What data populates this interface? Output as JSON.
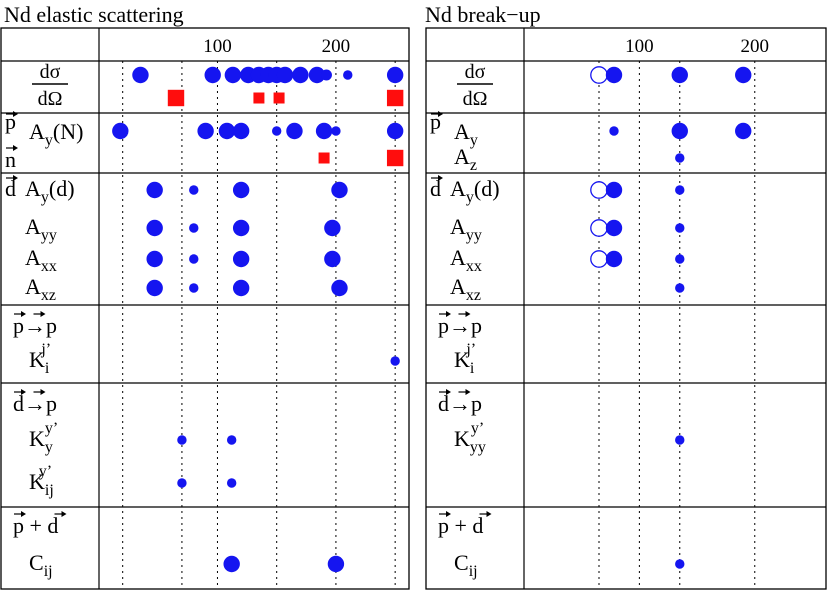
{
  "colors": {
    "measured": "#1515f0",
    "planned": "#ff0d0d",
    "frame": "#000000",
    "grid": "#000000"
  },
  "panels": [
    {
      "id": "elastic",
      "title": "Nd elastic scattering",
      "x_ticks": [
        100,
        200
      ],
      "x_tick_labels": [
        "100",
        "200"
      ],
      "guide_lines": [
        20,
        70,
        100,
        150,
        200,
        250
      ],
      "rows": [
        {
          "id": "cross-section",
          "lines": [
            [
              "dσ",
              "dΩ"
            ]
          ],
          "label_kind": "fraction",
          "points": [
            {
              "sub": 0,
              "x": 35,
              "size": "large",
              "kind": "measured"
            },
            {
              "sub": 0,
              "x": 96,
              "size": "large",
              "kind": "measured"
            },
            {
              "sub": 0,
              "x": 113,
              "size": "large",
              "kind": "measured"
            },
            {
              "sub": 0,
              "x": 126,
              "size": "large",
              "kind": "measured"
            },
            {
              "sub": 0,
              "x": 135,
              "size": "large",
              "kind": "measured"
            },
            {
              "sub": 0,
              "x": 143,
              "size": "large",
              "kind": "measured"
            },
            {
              "sub": 0,
              "x": 150,
              "size": "large",
              "kind": "measured"
            },
            {
              "sub": 0,
              "x": 157,
              "size": "large",
              "kind": "measured"
            },
            {
              "sub": 0,
              "x": 170,
              "size": "large",
              "kind": "measured"
            },
            {
              "sub": 0,
              "x": 184,
              "size": "large",
              "kind": "measured"
            },
            {
              "sub": 0,
              "x": 192,
              "size": "medium",
              "kind": "measured"
            },
            {
              "sub": 0,
              "x": 210,
              "size": "small",
              "kind": "measured"
            },
            {
              "sub": 0,
              "x": 250,
              "size": "large",
              "kind": "measured"
            },
            {
              "sub": 1,
              "x": 65,
              "size": "large",
              "kind": "planned"
            },
            {
              "sub": 1,
              "x": 135,
              "size": "medium",
              "kind": "planned"
            },
            {
              "sub": 1,
              "x": 152,
              "size": "medium",
              "kind": "planned"
            },
            {
              "sub": 1,
              "x": 250,
              "size": "large",
              "kind": "planned"
            }
          ]
        },
        {
          "id": "nucleon-ay",
          "lines": [
            [
              "p",
              "A",
              "y",
              "(N)"
            ],
            [
              "n",
              "",
              "",
              ""
            ]
          ],
          "label_kind": "nucleon",
          "points": [
            {
              "sub": 0,
              "x": 18,
              "size": "large",
              "kind": "measured"
            },
            {
              "sub": 0,
              "x": 90,
              "size": "large",
              "kind": "measured"
            },
            {
              "sub": 0,
              "x": 108,
              "size": "large",
              "kind": "measured"
            },
            {
              "sub": 0,
              "x": 120,
              "size": "large",
              "kind": "measured"
            },
            {
              "sub": 0,
              "x": 150,
              "size": "small",
              "kind": "measured"
            },
            {
              "sub": 0,
              "x": 165,
              "size": "large",
              "kind": "measured"
            },
            {
              "sub": 0,
              "x": 190,
              "size": "large",
              "kind": "measured"
            },
            {
              "sub": 0,
              "x": 200,
              "size": "small",
              "kind": "measured"
            },
            {
              "sub": 0,
              "x": 250,
              "size": "large",
              "kind": "measured"
            },
            {
              "sub": 1,
              "x": 190,
              "size": "medium",
              "kind": "planned"
            },
            {
              "sub": 1,
              "x": 250,
              "size": "large",
              "kind": "planned"
            }
          ]
        },
        {
          "id": "deuteron-analyzing",
          "lines": [
            [
              "d",
              "A",
              "y",
              "(d)"
            ],
            [
              "",
              "A",
              "yy",
              ""
            ],
            [
              "",
              "A",
              "xx",
              ""
            ],
            [
              "",
              "A",
              "xz",
              ""
            ]
          ],
          "label_kind": "deuteron",
          "points": [
            {
              "sub": 0,
              "x": 47,
              "size": "large",
              "kind": "measured"
            },
            {
              "sub": 0,
              "x": 80,
              "size": "small",
              "kind": "measured"
            },
            {
              "sub": 0,
              "x": 120,
              "size": "large",
              "kind": "measured"
            },
            {
              "sub": 0,
              "x": 203,
              "size": "large",
              "kind": "measured"
            },
            {
              "sub": 1,
              "x": 47,
              "size": "large",
              "kind": "measured"
            },
            {
              "sub": 1,
              "x": 80,
              "size": "small",
              "kind": "measured"
            },
            {
              "sub": 1,
              "x": 120,
              "size": "large",
              "kind": "measured"
            },
            {
              "sub": 1,
              "x": 197,
              "size": "large",
              "kind": "measured"
            },
            {
              "sub": 2,
              "x": 47,
              "size": "large",
              "kind": "measured"
            },
            {
              "sub": 2,
              "x": 80,
              "size": "small",
              "kind": "measured"
            },
            {
              "sub": 2,
              "x": 120,
              "size": "large",
              "kind": "measured"
            },
            {
              "sub": 2,
              "x": 197,
              "size": "large",
              "kind": "measured"
            },
            {
              "sub": 3,
              "x": 47,
              "size": "large",
              "kind": "measured"
            },
            {
              "sub": 3,
              "x": 80,
              "size": "small",
              "kind": "measured"
            },
            {
              "sub": 3,
              "x": 120,
              "size": "large",
              "kind": "measured"
            },
            {
              "sub": 3,
              "x": 203,
              "size": "large",
              "kind": "measured"
            }
          ]
        },
        {
          "id": "pp-transfer",
          "lines": [
            [
              "p→p"
            ],
            [
              "K",
              "i",
              "j’"
            ]
          ],
          "label_kind": "transfer-pp",
          "points": [
            {
              "sub": 1,
              "x": 250,
              "size": "small",
              "kind": "measured"
            }
          ]
        },
        {
          "id": "dp-transfer",
          "lines": [
            [
              "d→p"
            ],
            [
              "K",
              "y",
              "y’"
            ],
            [
              "K",
              "ij",
              "y’"
            ]
          ],
          "label_kind": "transfer-dp",
          "points": [
            {
              "sub": 1,
              "x": 70,
              "size": "small",
              "kind": "measured"
            },
            {
              "sub": 1,
              "x": 112,
              "size": "small",
              "kind": "measured"
            },
            {
              "sub": 2,
              "x": 70,
              "size": "small",
              "kind": "measured"
            },
            {
              "sub": 2,
              "x": 112,
              "size": "small",
              "kind": "measured"
            }
          ]
        },
        {
          "id": "correlation",
          "lines": [
            [
              "p + d"
            ],
            [
              "C",
              "ij"
            ]
          ],
          "label_kind": "correlation",
          "points": [
            {
              "sub": 1,
              "x": 112,
              "size": "large",
              "kind": "measured"
            },
            {
              "sub": 1,
              "x": 200,
              "size": "large",
              "kind": "measured"
            }
          ]
        }
      ]
    },
    {
      "id": "breakup",
      "title": "Nd break−up",
      "x_ticks": [
        100,
        200
      ],
      "x_tick_labels": [
        "100",
        "200"
      ],
      "guide_lines": [
        65,
        100,
        135,
        200
      ],
      "rows": [
        {
          "id": "cross-section",
          "lines": [
            [
              "dσ",
              "dΩ"
            ]
          ],
          "label_kind": "fraction",
          "points": [
            {
              "sub": 0,
              "x": 65,
              "size": "large",
              "kind": "open"
            },
            {
              "sub": 0,
              "x": 78,
              "size": "large",
              "kind": "measured"
            },
            {
              "sub": 0,
              "x": 135,
              "size": "large",
              "kind": "measured"
            },
            {
              "sub": 0,
              "x": 190,
              "size": "large",
              "kind": "measured"
            }
          ]
        },
        {
          "id": "nucleon-ay",
          "lines": [
            [
              "p",
              "A",
              "y",
              ""
            ],
            [
              "",
              "A",
              "z",
              ""
            ]
          ],
          "label_kind": "nucleon",
          "points": [
            {
              "sub": 0,
              "x": 78,
              "size": "small",
              "kind": "measured"
            },
            {
              "sub": 0,
              "x": 135,
              "size": "large",
              "kind": "measured"
            },
            {
              "sub": 0,
              "x": 190,
              "size": "large",
              "kind": "measured"
            },
            {
              "sub": 1,
              "x": 135,
              "size": "small",
              "kind": "measured"
            }
          ]
        },
        {
          "id": "deuteron-analyzing",
          "lines": [
            [
              "d",
              "A",
              "y",
              "(d)"
            ],
            [
              "",
              "A",
              "yy",
              ""
            ],
            [
              "",
              "A",
              "xx",
              ""
            ],
            [
              "",
              "A",
              "xz",
              ""
            ]
          ],
          "label_kind": "deuteron",
          "points": [
            {
              "sub": 0,
              "x": 65,
              "size": "large",
              "kind": "open"
            },
            {
              "sub": 0,
              "x": 78,
              "size": "large",
              "kind": "measured"
            },
            {
              "sub": 0,
              "x": 135,
              "size": "small",
              "kind": "measured"
            },
            {
              "sub": 1,
              "x": 65,
              "size": "large",
              "kind": "open"
            },
            {
              "sub": 1,
              "x": 78,
              "size": "large",
              "kind": "measured"
            },
            {
              "sub": 1,
              "x": 135,
              "size": "small",
              "kind": "measured"
            },
            {
              "sub": 2,
              "x": 65,
              "size": "large",
              "kind": "open"
            },
            {
              "sub": 2,
              "x": 78,
              "size": "large",
              "kind": "measured"
            },
            {
              "sub": 2,
              "x": 135,
              "size": "small",
              "kind": "measured"
            },
            {
              "sub": 3,
              "x": 135,
              "size": "small",
              "kind": "measured"
            }
          ]
        },
        {
          "id": "pp-transfer",
          "lines": [
            [
              "p→p"
            ],
            [
              "K",
              "i",
              "j’"
            ]
          ],
          "label_kind": "transfer-pp",
          "points": []
        },
        {
          "id": "dp-transfer",
          "lines": [
            [
              "d→p"
            ],
            [
              "K",
              "yy",
              "y’"
            ]
          ],
          "label_kind": "transfer-dp",
          "points": [
            {
              "sub": 1,
              "x": 135,
              "size": "small",
              "kind": "measured"
            }
          ]
        },
        {
          "id": "correlation",
          "lines": [
            [
              "p + d"
            ],
            [
              "C",
              "ij"
            ]
          ],
          "label_kind": "correlation",
          "points": [
            {
              "sub": 1,
              "x": 135,
              "size": "small",
              "kind": "measured"
            }
          ]
        }
      ]
    }
  ]
}
